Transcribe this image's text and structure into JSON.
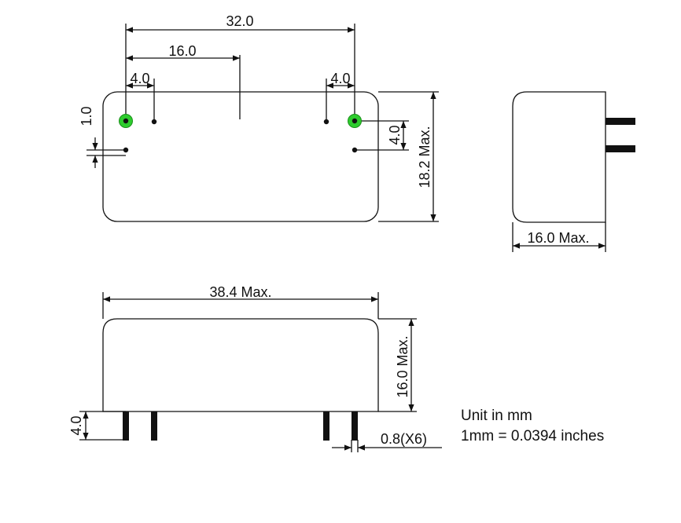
{
  "top_view": {
    "overall_width": "32.0",
    "half_width": "16.0",
    "pin_gap_left": "4.0",
    "pin_gap_right": "4.0",
    "pin_offset": "1.0",
    "pin_row_pitch": "4.0",
    "height": "18.2 Max."
  },
  "side_view": {
    "depth": "16.0 Max."
  },
  "front_view": {
    "length": "38.4 Max.",
    "height": "16.0 Max.",
    "pin_length": "4.0",
    "pin_diameter": "0.8(X6)"
  },
  "notes": {
    "unit": "Unit in mm",
    "conversion": "1mm = 0.0394 inches"
  },
  "colors": {
    "line": "#111111",
    "pin_highlight": "#2ecc2e"
  }
}
